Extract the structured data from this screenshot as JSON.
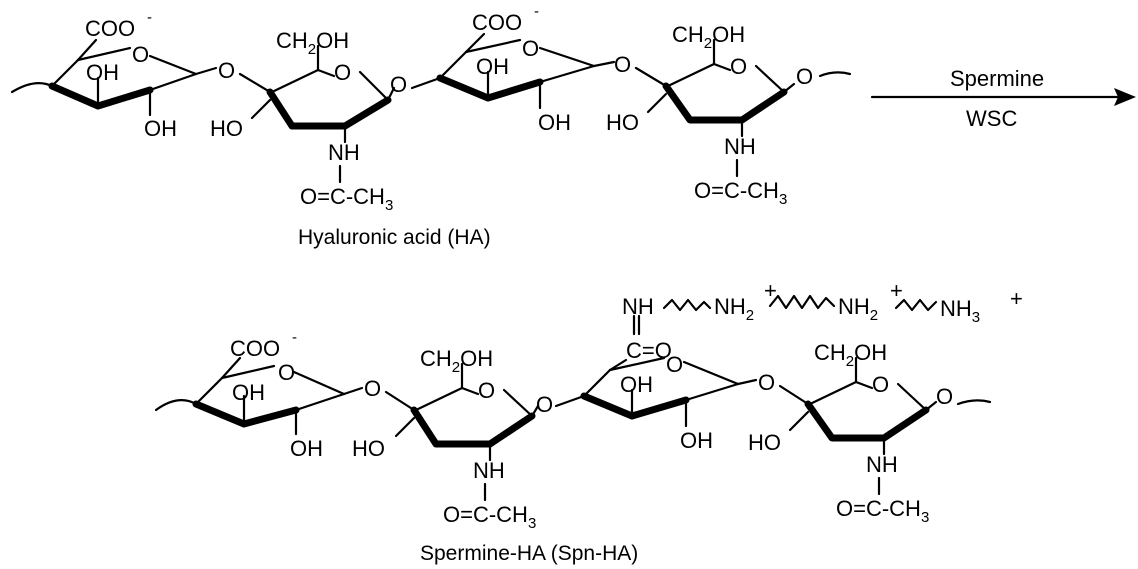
{
  "reaction": {
    "reagent_top": "Spermine",
    "reagent_bottom": "WSC"
  },
  "reactant": {
    "caption": "Hyaluronic acid (HA)"
  },
  "product": {
    "caption": "Spermine-HA (Spn-HA)"
  },
  "labels": {
    "carboxylate": "COO",
    "carboxylate_charge": "-",
    "hydroxyl": "OH",
    "hydroxyl_left": "HO",
    "ring_oxygen": "O",
    "ch2oh_a": "CH",
    "ch2oh_sub": "2",
    "ch2oh_b": "OH",
    "amide_nh": "NH",
    "acetyl_a": "O=C-CH",
    "acetyl_sub": "3",
    "amide_carbonyl": "C=O",
    "spermine_nh": "NH",
    "spermine_nh2": "NH",
    "spermine_nh2_sub": "2",
    "spermine_nh3": "NH",
    "spermine_nh3_sub": "3",
    "charge_plus": "+"
  },
  "colors": {
    "ink": "#000000",
    "background": "#ffffff"
  }
}
